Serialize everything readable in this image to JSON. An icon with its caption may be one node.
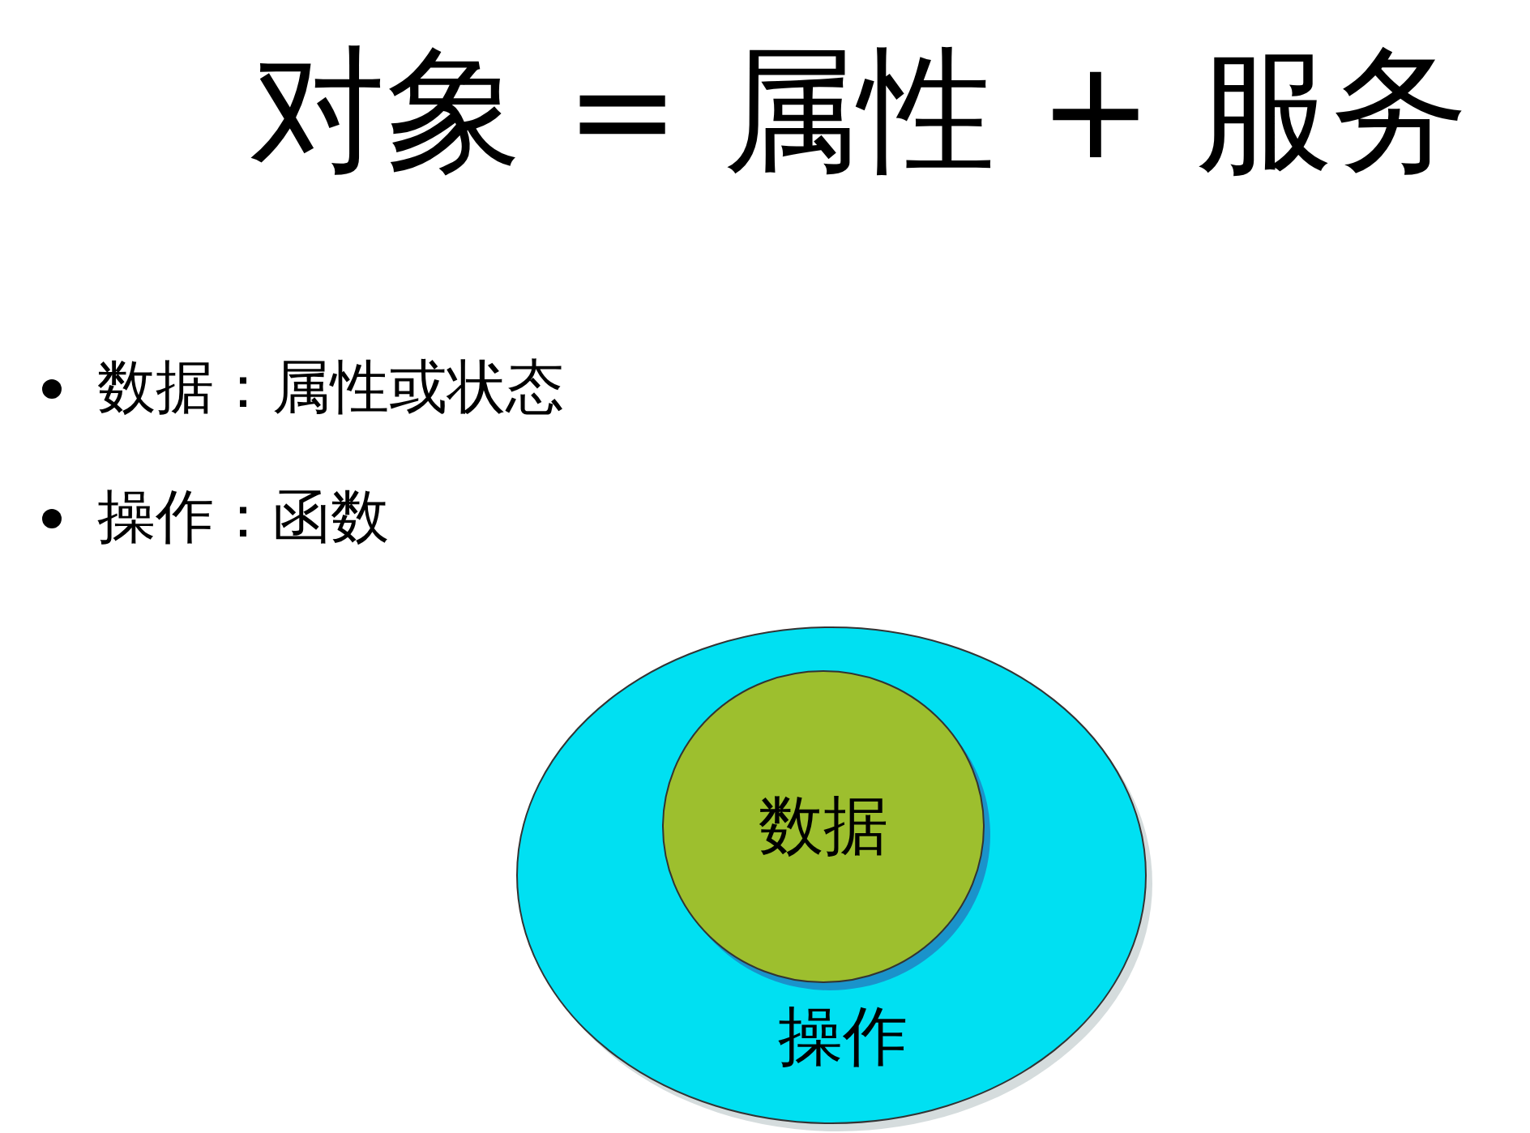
{
  "diagram": {
    "title": "对象 = 属性 + 服务",
    "nodes": [
      {
        "text": [
          "操作"
        ]
      },
      {
        "text": [
          "数据"
        ],
        "in": 0
      }
    ],
    "labels": [
      "数据：属性或状态",
      "操作：函数"
    ]
  }
}
